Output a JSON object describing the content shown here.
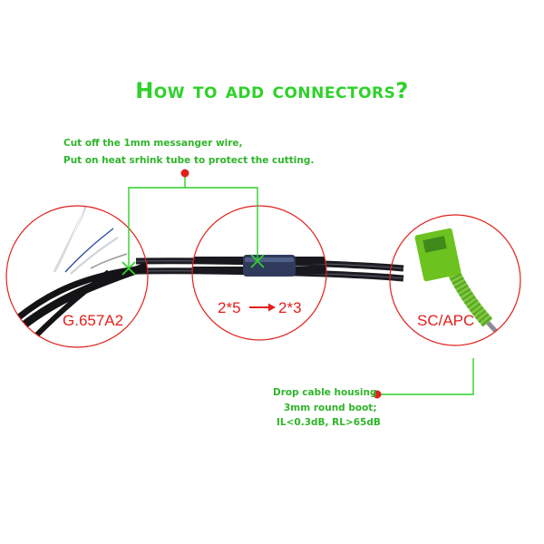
{
  "title": "How to add connectors?",
  "top_note": {
    "line1": "Cut off the 1mm messanger wire,",
    "line2": "Put on heat srhink tube to protect the cutting."
  },
  "circles": {
    "left_label": "G.657A2",
    "middle_label_from": "2*5",
    "middle_label_to": "2*3",
    "right_label": "SC/APC"
  },
  "bottom_note": {
    "line1": "Drop cable housing",
    "line2": "3mm round boot;",
    "line3": "IL<0.3dB, RL>65dB"
  },
  "colors": {
    "accent_green": "#2fd12a",
    "callout_red": "#e0211c",
    "connector_green": "#6cc21f"
  }
}
